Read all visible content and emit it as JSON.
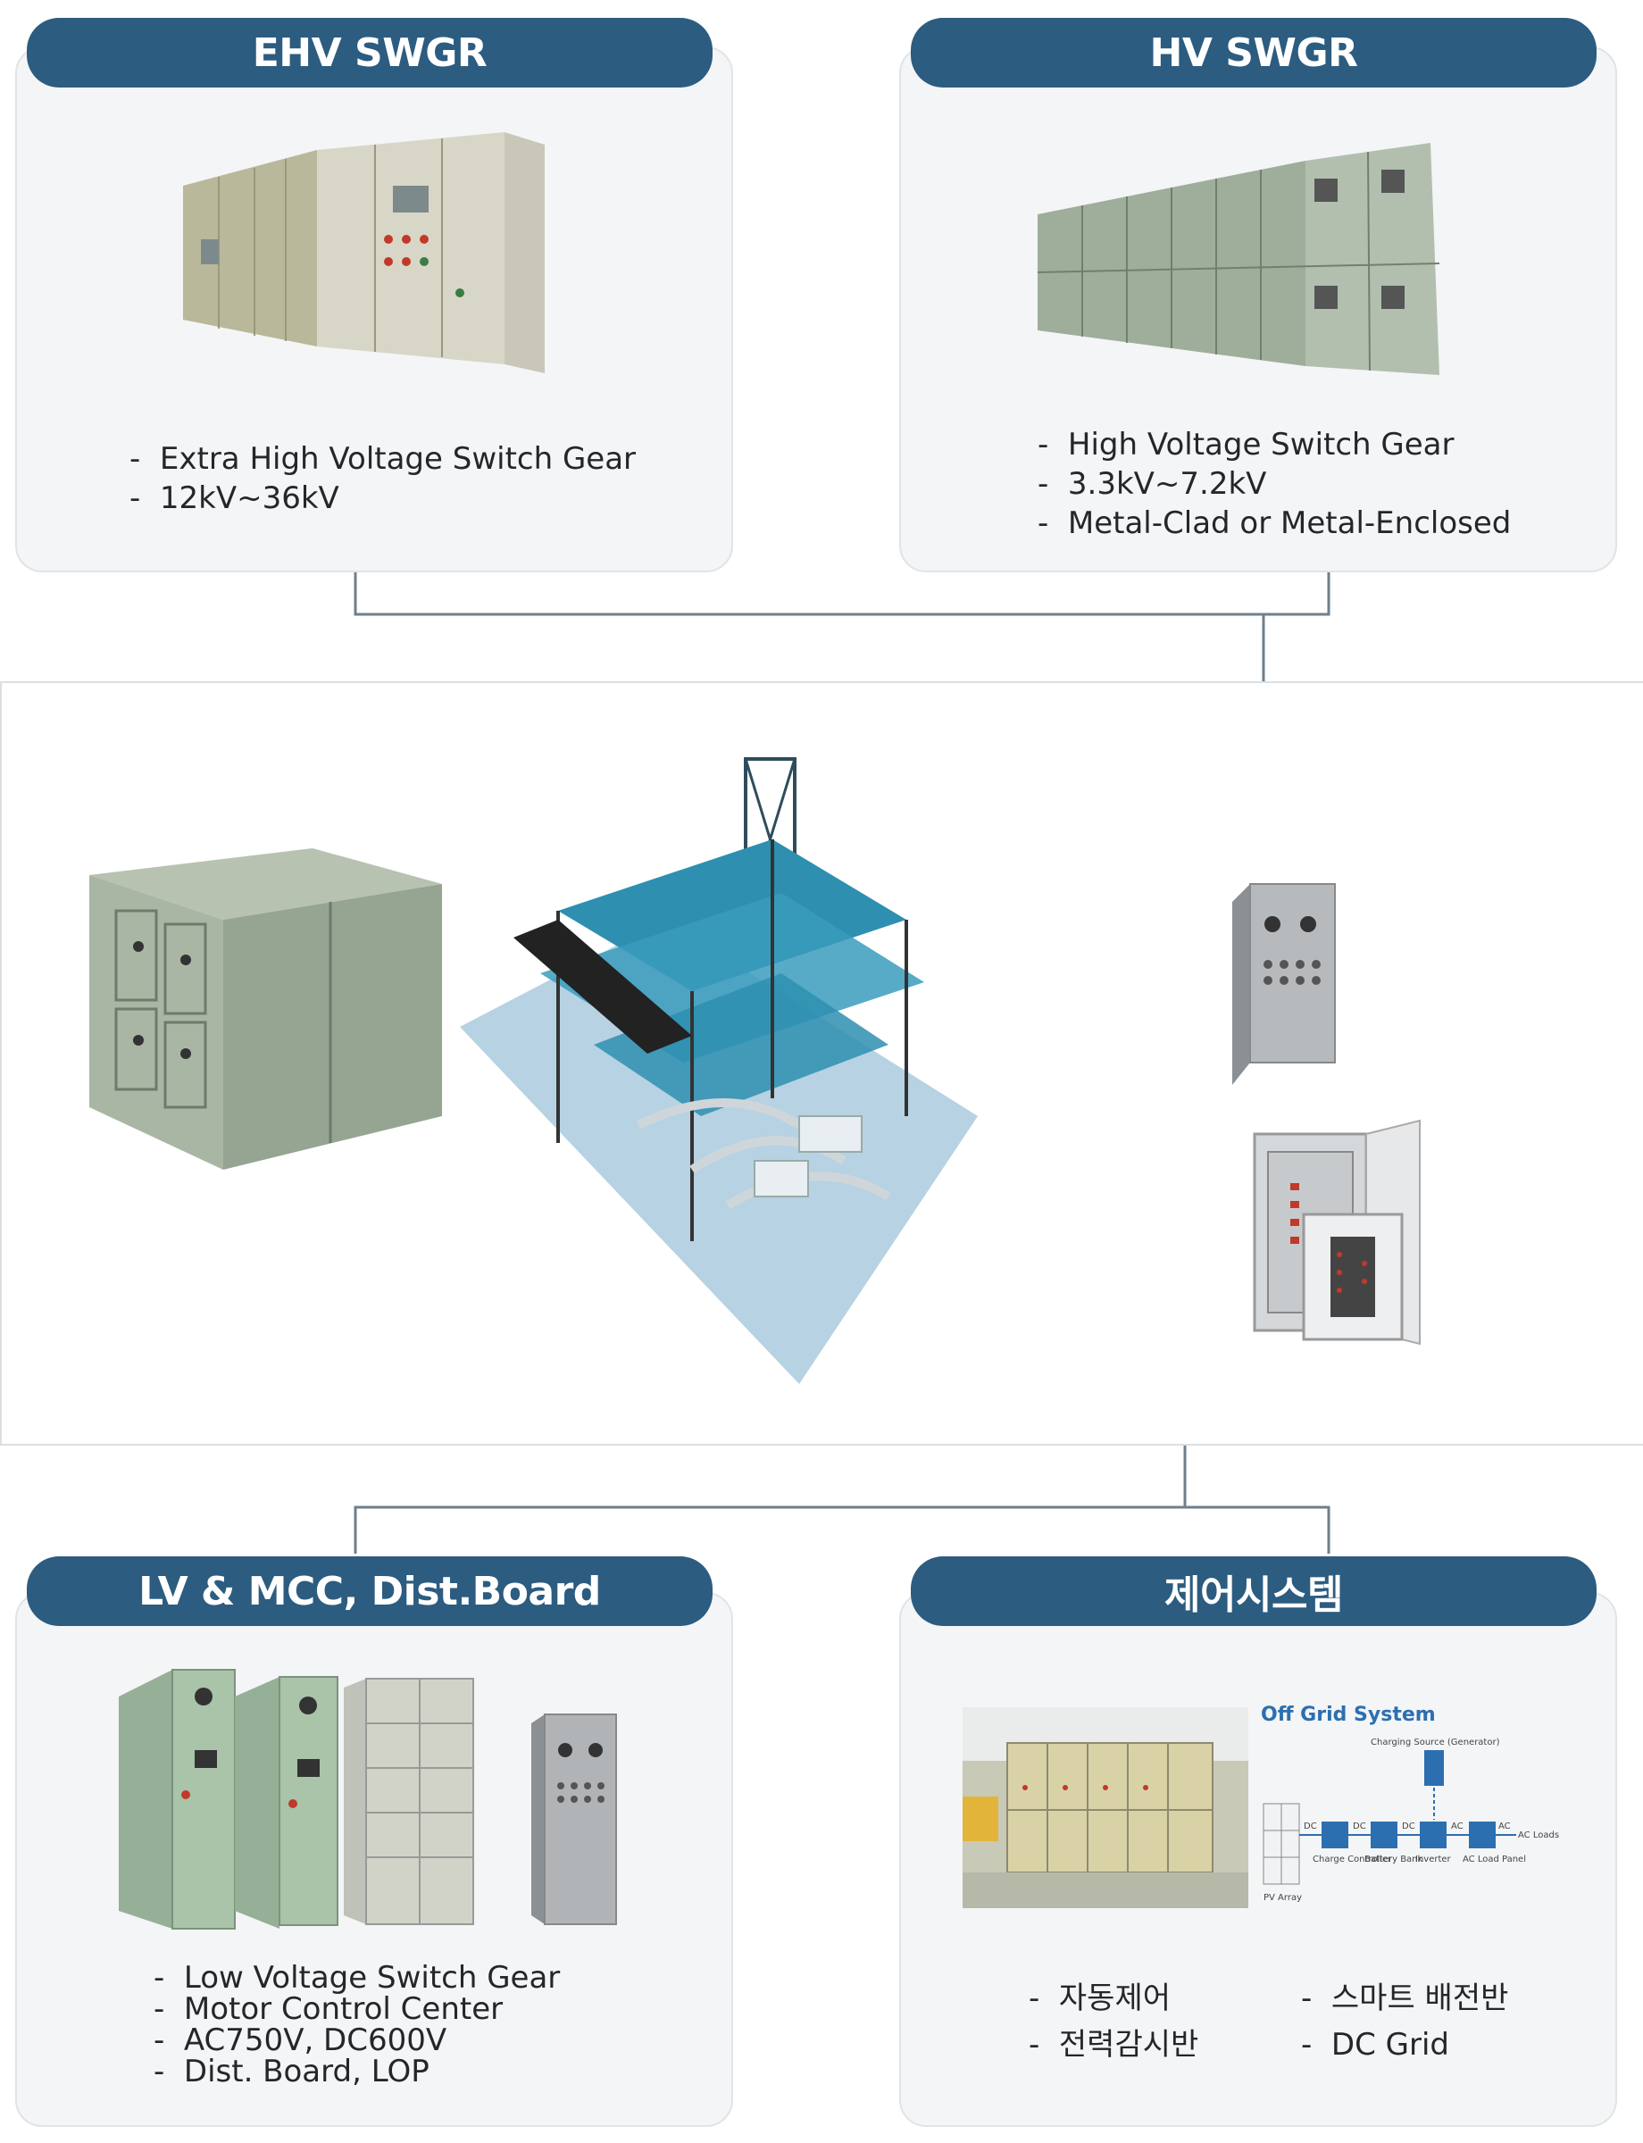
{
  "cards": {
    "ehv": {
      "title": "EHV SWGR",
      "items": [
        "Extra High Voltage Switch Gear",
        "12kV~36kV"
      ]
    },
    "hv": {
      "title": "HV SWGR",
      "items": [
        "High Voltage Switch Gear",
        "3.3kV~7.2kV",
        "Metal-Clad or Metal-Enclosed"
      ]
    },
    "lv": {
      "title": "LV & MCC, Dist.Board",
      "items": [
        "Low Voltage Switch Gear",
        "Motor Control Center",
        "AC750V, DC600V",
        "Dist. Board, LOP"
      ]
    },
    "control": {
      "title": "제어시스템",
      "items_left": [
        "자동제어",
        "전력감시반"
      ],
      "items_right": [
        "스마트 배전반",
        "DC Grid"
      ],
      "diagram": {
        "title": "Off Grid System",
        "labels": [
          "Charging Source (Generator)",
          "PV Array",
          "Charge Controller",
          "Battery Bank",
          "Inverter",
          "AC Load Panel",
          "AC Loads",
          "DC",
          "DC",
          "DC",
          "AC",
          "AC"
        ]
      }
    }
  },
  "colors": {
    "pill": "#2c5c80",
    "card_bg": "#f4f5f6",
    "connector": "#6f7f8c",
    "cabinet_green": "#9fae9a",
    "plant_blue": "#2e8fb0"
  }
}
